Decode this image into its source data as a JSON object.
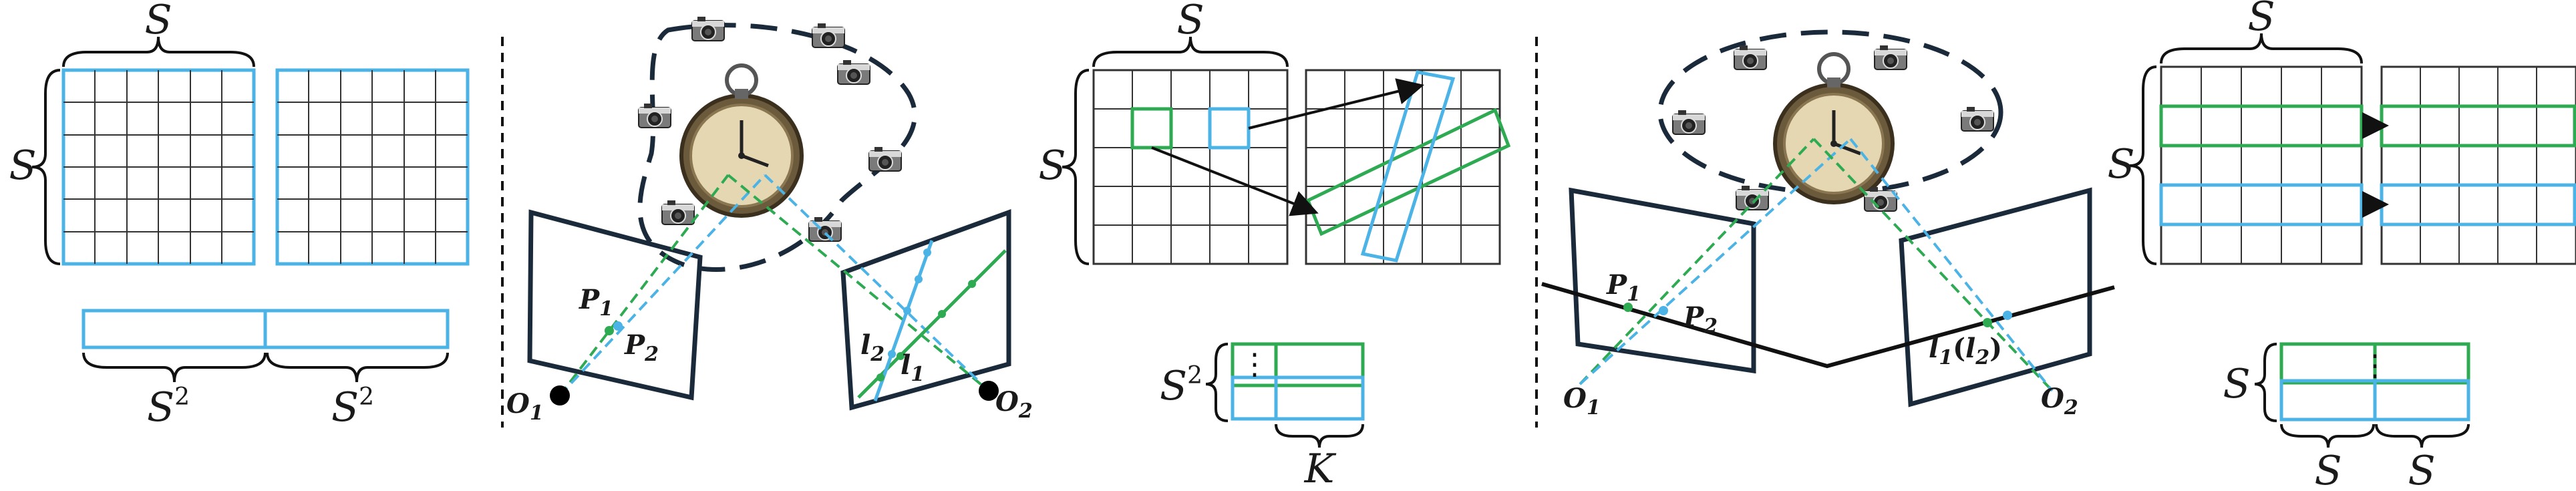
{
  "colors": {
    "blue": "#4bb3e6",
    "green": "#2eaa52",
    "dark": "#1a2a3a",
    "grid": "#333333"
  },
  "icons": {
    "camera": "camera-icon",
    "clock": "alarm-clock-icon"
  },
  "panel1": {
    "top_label": "S",
    "left_label": "S",
    "bottom_label_left": "S",
    "bottom_label_right": "S",
    "bottom_exp": "2"
  },
  "panel2": {
    "p1": "P",
    "p1_sub": "1",
    "p2": "P",
    "p2_sub": "2",
    "o1": "O",
    "o1_sub": "1",
    "o2": "O",
    "o2_sub": "2",
    "l1": "l",
    "l1_sub": "1",
    "l2": "l",
    "l2_sub": "2"
  },
  "panel3": {
    "top_label": "S",
    "left_label": "S",
    "bottom_left_label": "S",
    "bottom_left_exp": "2",
    "bottom_k": "K",
    "dots": "⋮"
  },
  "panel4": {
    "p1": "P",
    "p1_sub": "1",
    "p2": "P",
    "p2_sub": "2",
    "o1": "O",
    "o1_sub": "1",
    "o2": "O",
    "o2_sub": "2",
    "l_label": "l",
    "l_sub1": "1",
    "l_paren_open": "(",
    "l2": "l",
    "l_sub2": "2",
    "l_paren_close": ")"
  },
  "panel5": {
    "top_label": "S",
    "left_label": "S",
    "bottom_left_label": "S",
    "bottom_s1": "S",
    "bottom_s2": "S",
    "dots": "⋮"
  }
}
